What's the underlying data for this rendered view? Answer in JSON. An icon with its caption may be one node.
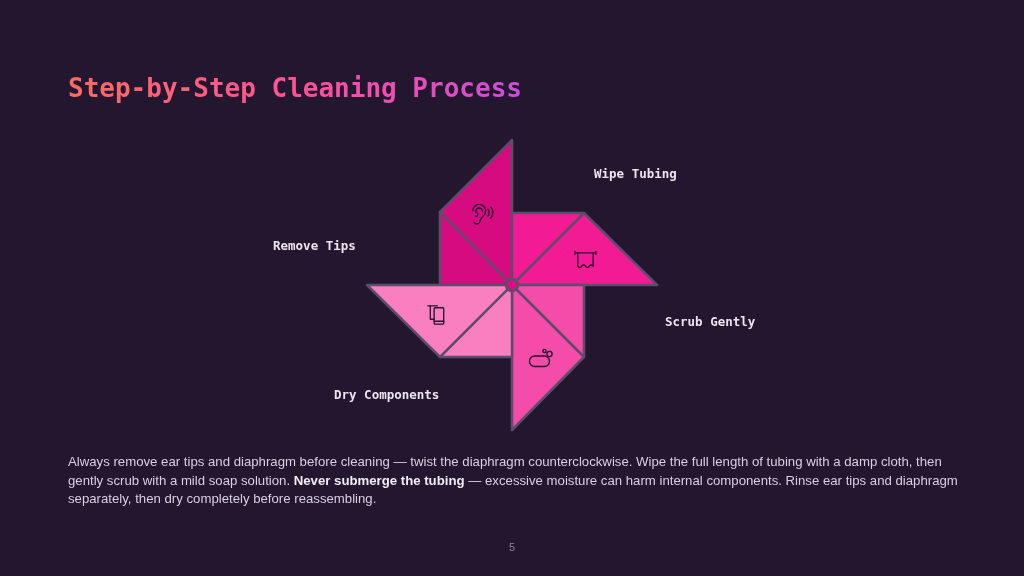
{
  "diagram": {
    "title": "Step-by-Step Cleaning Process",
    "labels": [
      "Wipe Tubing",
      "Remove Tips",
      "Scrub Gently",
      "Dry Components",
      "Always remove ear tips and diaphragm before cleaning — twist the diaphragm counterclockwise. Wipe the full length of tubing with a damp cloth, then gently scrub with a mild soap solution. **Never submerge the tubing** — excessive moisture can harm internal components. Rinse ear tips and diaphragm separately, then dry completely before reassembling.",
      "5"
    ]
  }
}
